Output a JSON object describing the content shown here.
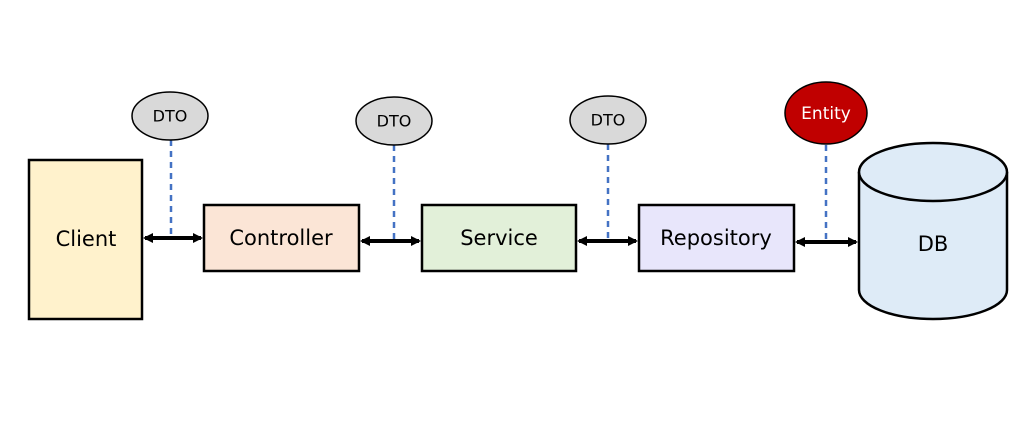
{
  "colors": {
    "client": "#fff2cc",
    "controller": "#fbe5d6",
    "service": "#e2f0d9",
    "repository": "#e8e6fb",
    "db": "#deebf7",
    "dto_bubble": "#d9d9d9",
    "entity_bubble": "#c00000",
    "connector": "#4472c4",
    "stroke": "#000000"
  },
  "nodes": {
    "client": "Client",
    "controller": "Controller",
    "service": "Service",
    "repository": "Repository",
    "db": "DB"
  },
  "bubbles": {
    "dto_1": "DTO",
    "dto_2": "DTO",
    "dto_3": "DTO",
    "entity": "Entity"
  }
}
